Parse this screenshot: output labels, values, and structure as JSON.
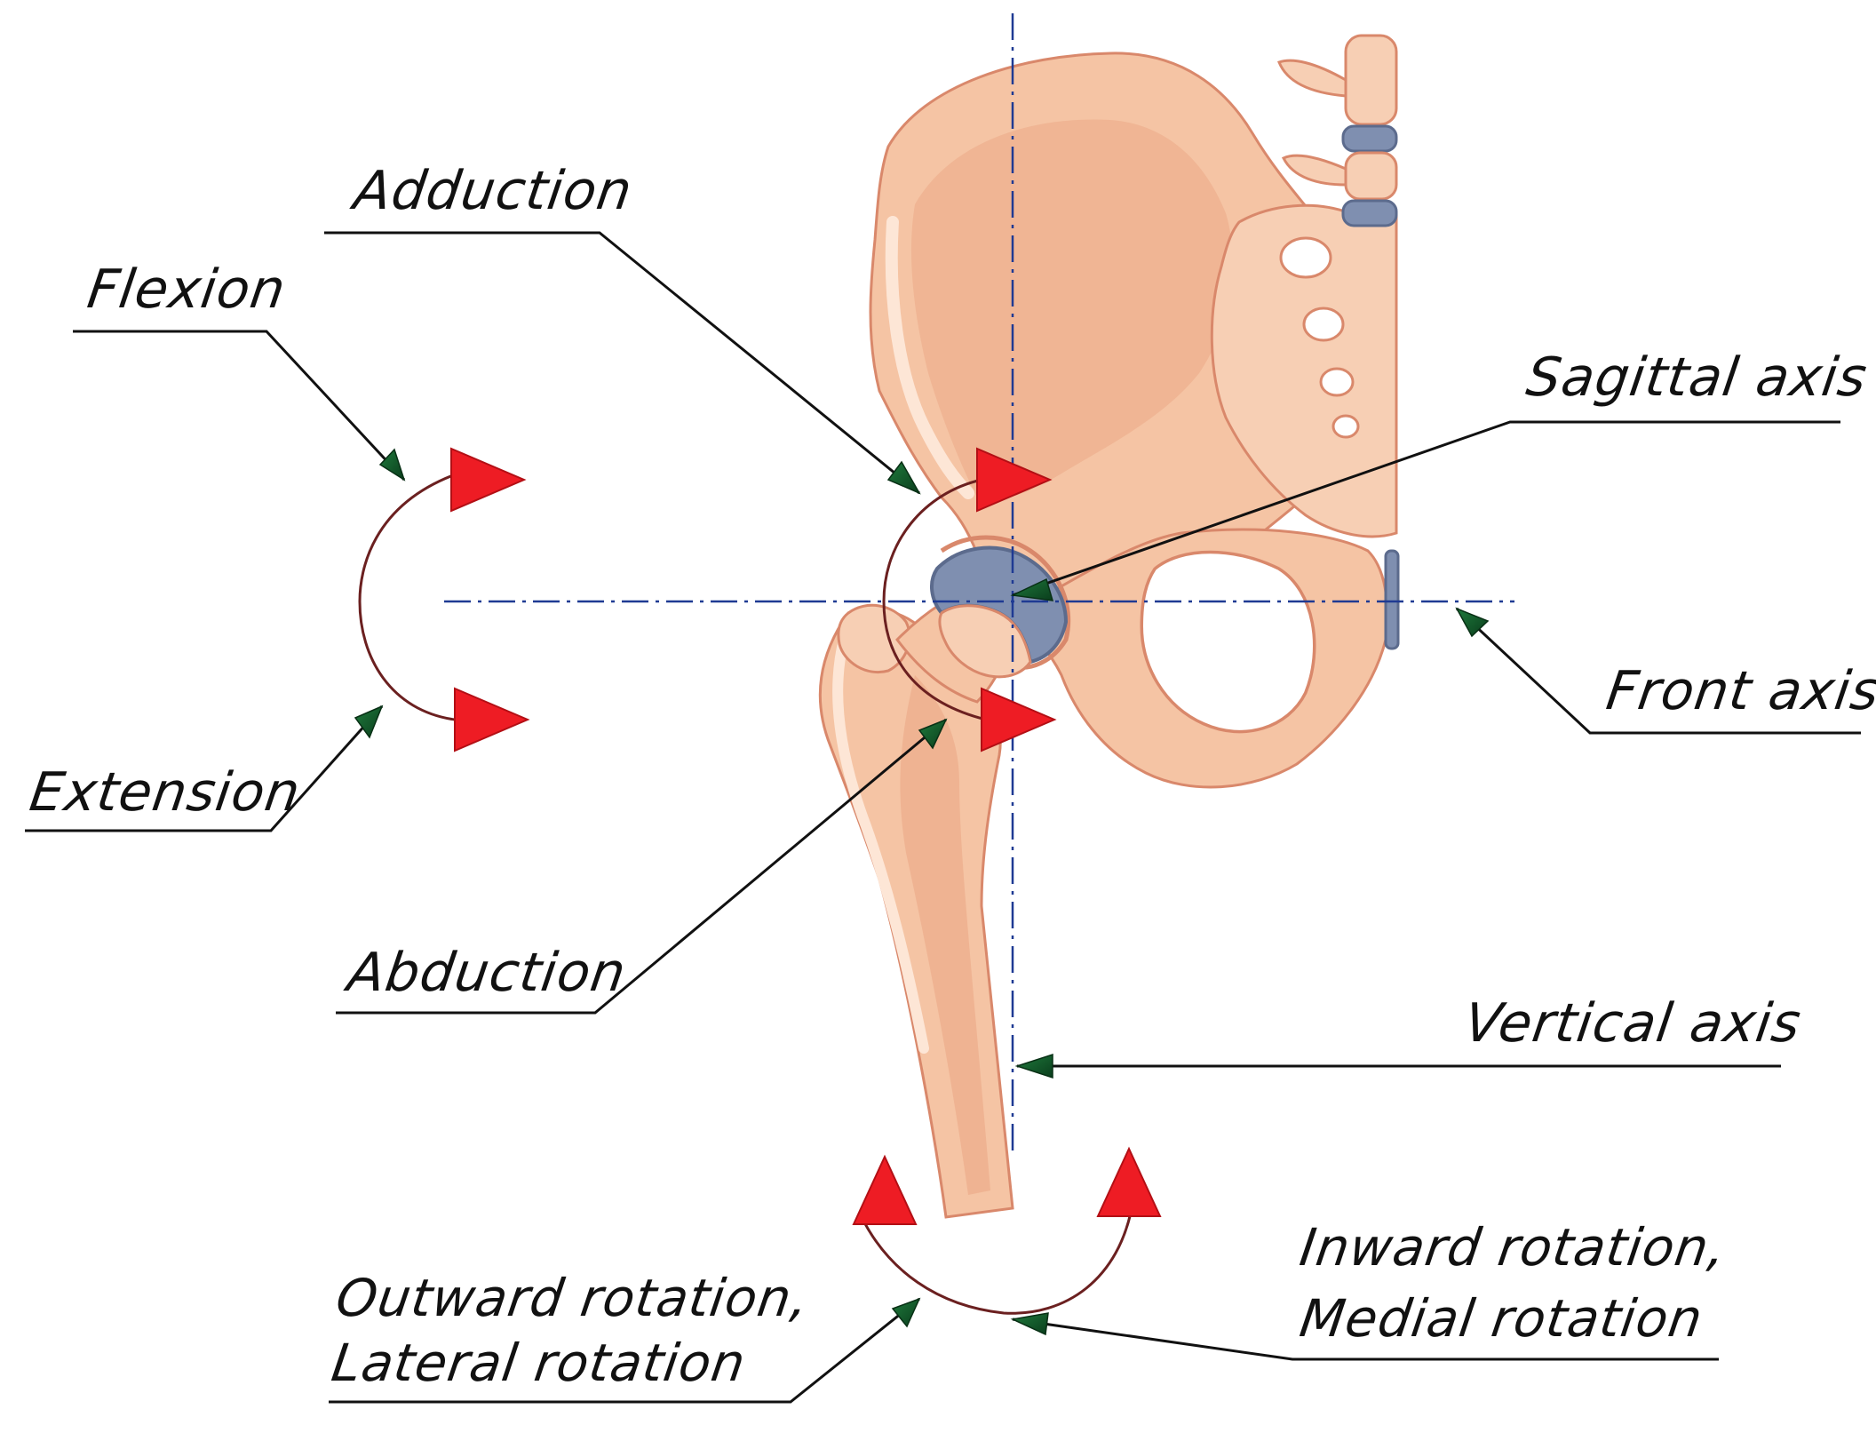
{
  "labels": {
    "adduction": "Adduction",
    "flexion": "Flexion",
    "extension": "Extension",
    "abduction": "Abduction",
    "sagittal_axis": "Sagittal axis",
    "front_axis": "Front axis",
    "vertical_axis": "Vertical axis",
    "outward_rotation_line1": "Outward rotation,",
    "outward_rotation_line2": "Lateral rotation",
    "inward_rotation_line1": "Inward rotation,",
    "inward_rotation_line2": "Medial rotation"
  },
  "colors": {
    "bone_fill": "#f5c4a4",
    "bone_shade": "#eba987",
    "bone_highlight": "#fde6d6",
    "bone_outline": "#d9886b",
    "cartilage": "#7f8fb0",
    "cartilage_dark": "#5c6b8d",
    "axis_line": "#1f3a93",
    "motion_arc": "#6b2020",
    "motion_arrowhead": "#ee1c24",
    "leader_line": "#111111",
    "leader_arrowhead": "#0f5a2a"
  },
  "icons": {
    "motion_arrowhead": "red-triangle-arrowhead",
    "leader_arrowhead": "green-cone-arrowhead"
  }
}
